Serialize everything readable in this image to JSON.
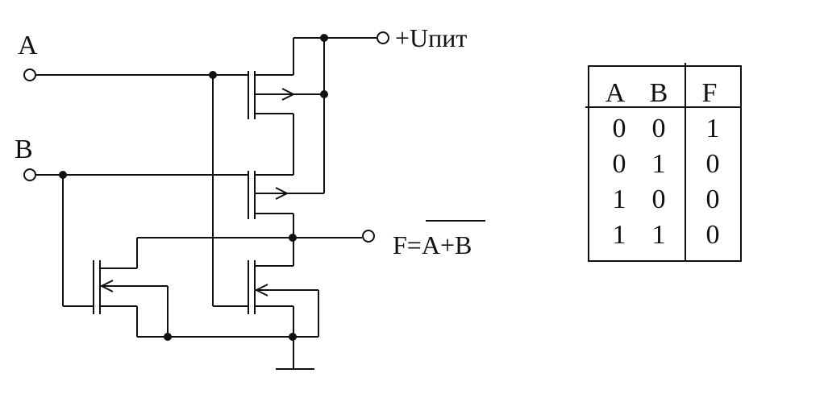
{
  "circuit": {
    "input_a_label": "A",
    "input_b_label": "B",
    "supply_label": "+Uпит",
    "output_prefix": "F=",
    "output_expression": "A+B"
  },
  "truth_table": {
    "headers": [
      "A",
      "B",
      "F"
    ],
    "rows": [
      [
        "0",
        "0",
        "1"
      ],
      [
        "0",
        "1",
        "0"
      ],
      [
        "1",
        "0",
        "0"
      ],
      [
        "1",
        "1",
        "0"
      ]
    ]
  }
}
